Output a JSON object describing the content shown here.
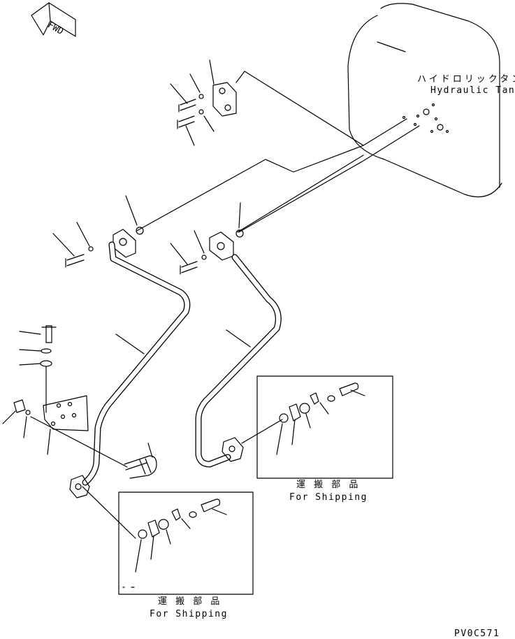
{
  "direction_label": "FWD",
  "tank_label_jp": "ハイドロリックタンク",
  "tank_label_en": "Hydraulic Tank",
  "shipping_boxes": [
    {
      "label_jp": "運 搬 部 品",
      "label_en": "For Shipping"
    },
    {
      "label_jp": "運 搬 部 品",
      "label_en": "For Shipping"
    }
  ],
  "drawing_code": "PV0C571"
}
